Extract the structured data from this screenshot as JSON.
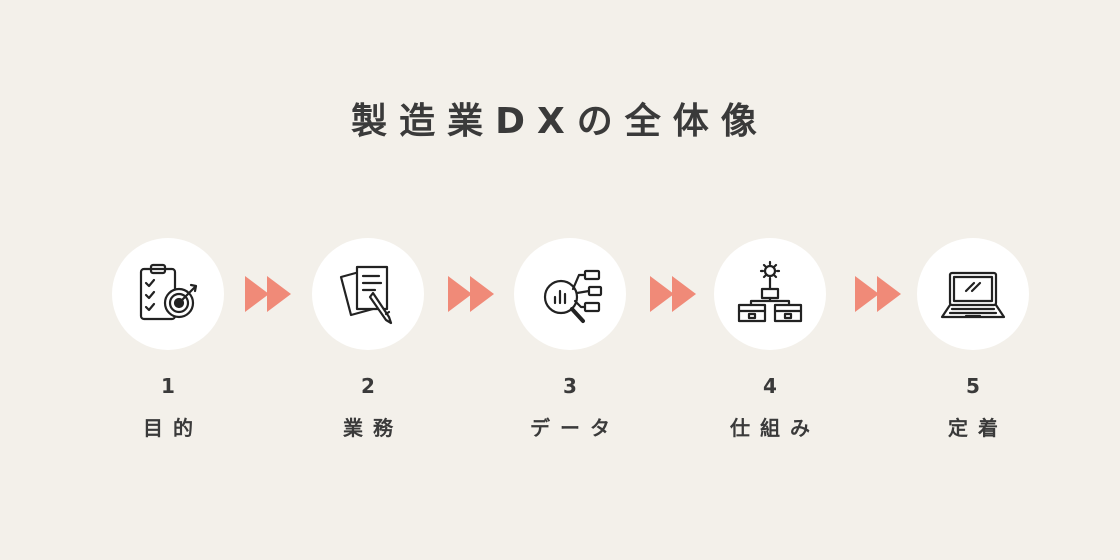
{
  "title": "製造業DXの全体像",
  "accent_color": "#f08a78",
  "steps": [
    {
      "number": "1",
      "label": "目的",
      "icon": "checklist-target-icon"
    },
    {
      "number": "2",
      "label": "業務",
      "icon": "documents-pen-icon"
    },
    {
      "number": "3",
      "label": "データ",
      "icon": "data-analysis-icon"
    },
    {
      "number": "4",
      "label": "仕組み",
      "icon": "system-structure-icon"
    },
    {
      "number": "5",
      "label": "定着",
      "icon": "laptop-icon"
    }
  ]
}
